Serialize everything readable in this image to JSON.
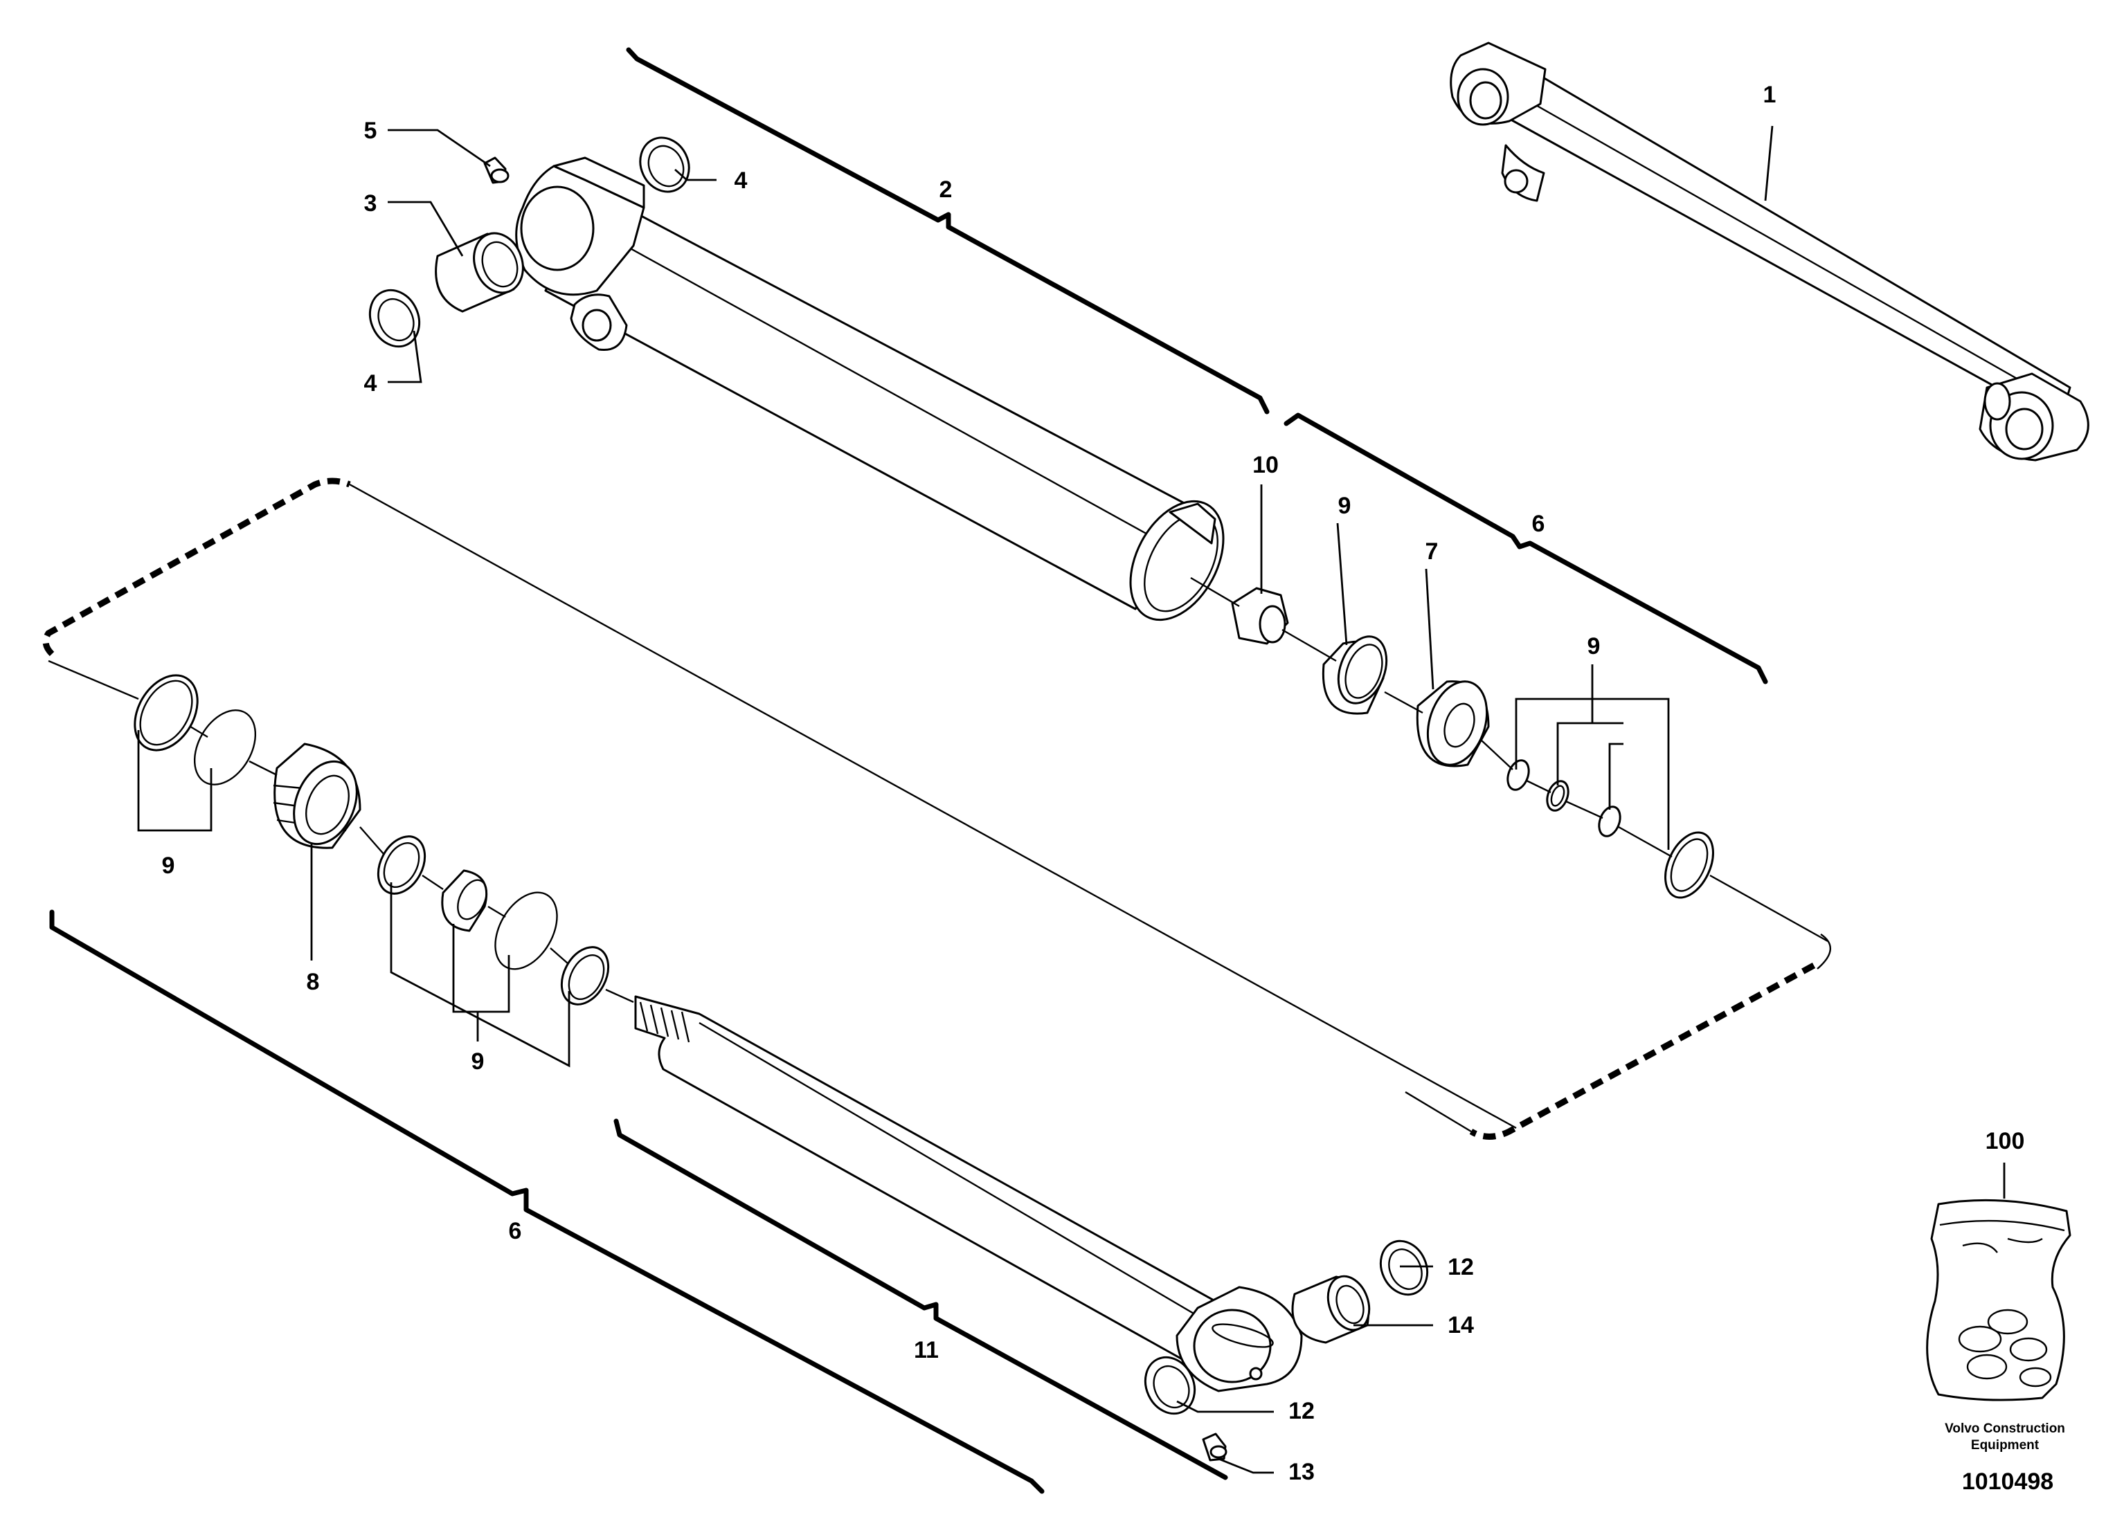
{
  "callouts": {
    "c1": "1",
    "c2": "2",
    "c3": "3",
    "c4a": "4",
    "c4b": "4",
    "c5": "5",
    "c6a": "6",
    "c6b": "6",
    "c7": "7",
    "c8": "8",
    "c9a": "9",
    "c9b": "9",
    "c9c": "9",
    "c9d": "9",
    "c10": "10",
    "c11": "11",
    "c12a": "12",
    "c12b": "12",
    "c13": "13",
    "c14": "14",
    "c100": "100"
  },
  "footer": {
    "brand_line1": "Volvo Construction",
    "brand_line2": "Equipment",
    "doc_number": "1010498"
  }
}
